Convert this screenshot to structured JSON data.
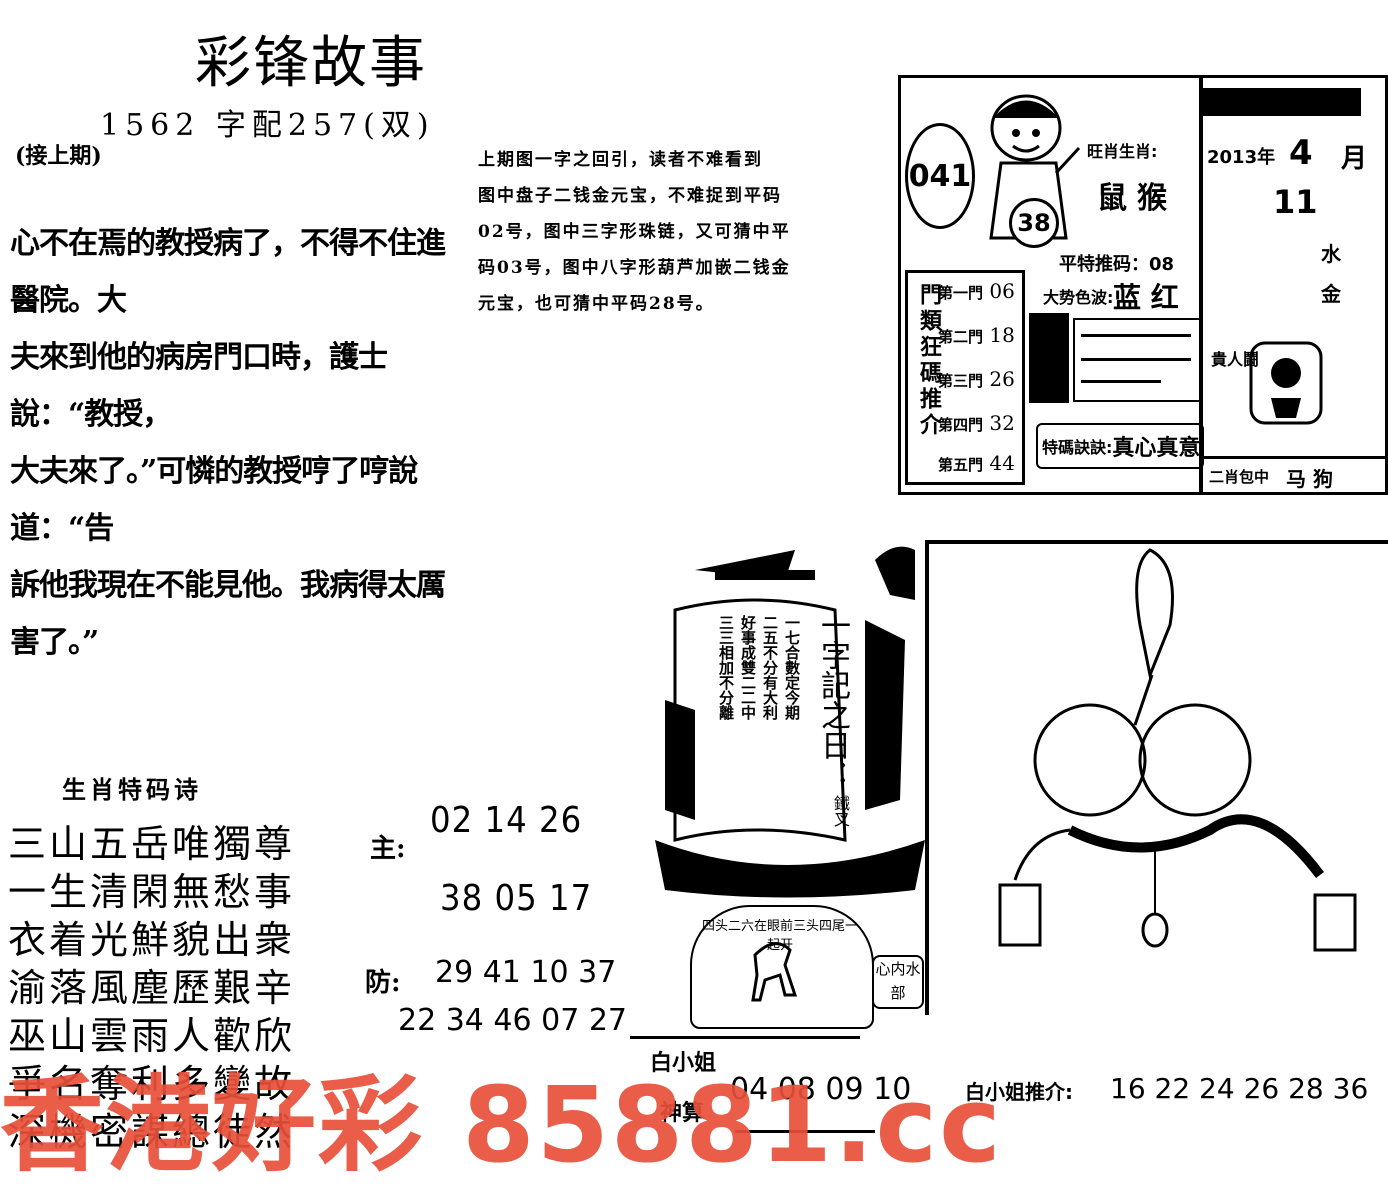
{
  "title": "彩锋故事",
  "issue_line": "1562 字配257(双)",
  "continued": "(接上期)",
  "story": [
    "心不在焉的教授病了，不得不住進醫院。大",
    "夫來到他的病房門口時，護士說：“教授，",
    "大夫來了。”可憐的教授哼了哼說道：“告",
    "訴他我現在不能見他。我病得太厲害了。”"
  ],
  "hint": [
    "上期图一字之回引，读者不难看到",
    "图中盘子二钱金元宝，不难捉到平码",
    "02号，图中三字形珠链，又可猜中平",
    "码03号，图中八字形葫芦加嵌二钱金",
    "元宝，也可猜中平码28号。"
  ],
  "box": {
    "issue_no": "041",
    "ball": "38",
    "date_year": "2013年",
    "date_month": "4",
    "date_month_unit": "月",
    "date_day": "11",
    "recommend_label": "旺肖生肖:",
    "flat_special": "平特推码：08",
    "color_label": "大势色波:",
    "color_value": "蓝 红",
    "doors_title": "門類狂碼推介",
    "doors": [
      {
        "label": "第一門",
        "value": "06"
      },
      {
        "label": "第二門",
        "value": "18"
      },
      {
        "label": "第三門",
        "value": "26"
      },
      {
        "label": "第四門",
        "value": "32"
      },
      {
        "label": "第五門",
        "value": "44"
      }
    ],
    "special_label": "特碼訣訣:",
    "special_value": "真心真意",
    "side_words": [
      "水",
      "金"
    ],
    "bottom_text": "二肖包中",
    "bottom_animals": "马 狗",
    "noble": "貴人鬪"
  },
  "poem_title": "生肖特码诗",
  "poem": [
    "三山五岳唯獨尊",
    "一生清閑無愁事",
    "衣着光鮮貌出衆",
    "渝落風塵歷艱辛",
    "巫山雲雨人歡欣",
    "爭名奪利多變故",
    "深機密謀總徒然"
  ],
  "main_label": "主:",
  "main_nums_1": "02 14 26",
  "main_nums_2": "38 05 17",
  "defend_label": "防:",
  "defend_nums_1": "29 41 10 37",
  "defend_nums_2": "22 34 46 07 27",
  "sail": {
    "heading": "一字記之日：",
    "lines": [
      "一七合數定今期",
      "二五不分有大利",
      "好事成雙二二中",
      "三三相加不分離"
    ],
    "sign": "鐵叉"
  },
  "seal": {
    "arc_text": "四头二六在眼前三头四尾一起开",
    "side": "心内水部"
  },
  "bottom_left": "白小姐",
  "bottom_left2": "神算",
  "bottom_nums": "04 08 09 10",
  "bottom_label": "白小姐推介:",
  "bottom_nums2": "16 22 24 26 28 36",
  "watermark": "香港好彩 85881.cc"
}
